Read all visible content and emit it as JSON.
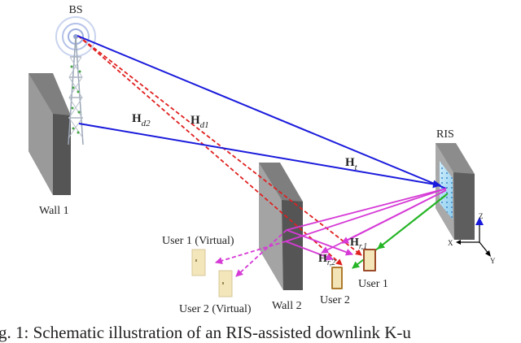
{
  "labels": {
    "bs": "BS",
    "ris": "RIS",
    "wall1": "Wall 1",
    "wall2": "Wall 2",
    "user1": "User 1",
    "user2": "User 2",
    "user1_virtual": "User 1 (Virtual)",
    "user2_virtual": "User 2 (Virtual)",
    "axis_z": "Z",
    "axis_x": "X",
    "axis_y": "Y"
  },
  "channels": {
    "hd2": {
      "base": "H",
      "sub": "d2"
    },
    "hd1": {
      "base": "H",
      "sub": "d1"
    },
    "ht": {
      "base": "H",
      "sub": "t"
    },
    "hr1": {
      "base": "H",
      "sub": "r,1"
    },
    "hr2": {
      "base": "H",
      "sub": "r,2"
    }
  },
  "caption": "g. 1: Schematic illustration of an RIS-assisted downlink K-u",
  "colors": {
    "direct_link": "#e02020",
    "bs_ris_link": "#1a1adc",
    "ris_user_link": "#26b526",
    "reflection": "#d63ad6"
  }
}
